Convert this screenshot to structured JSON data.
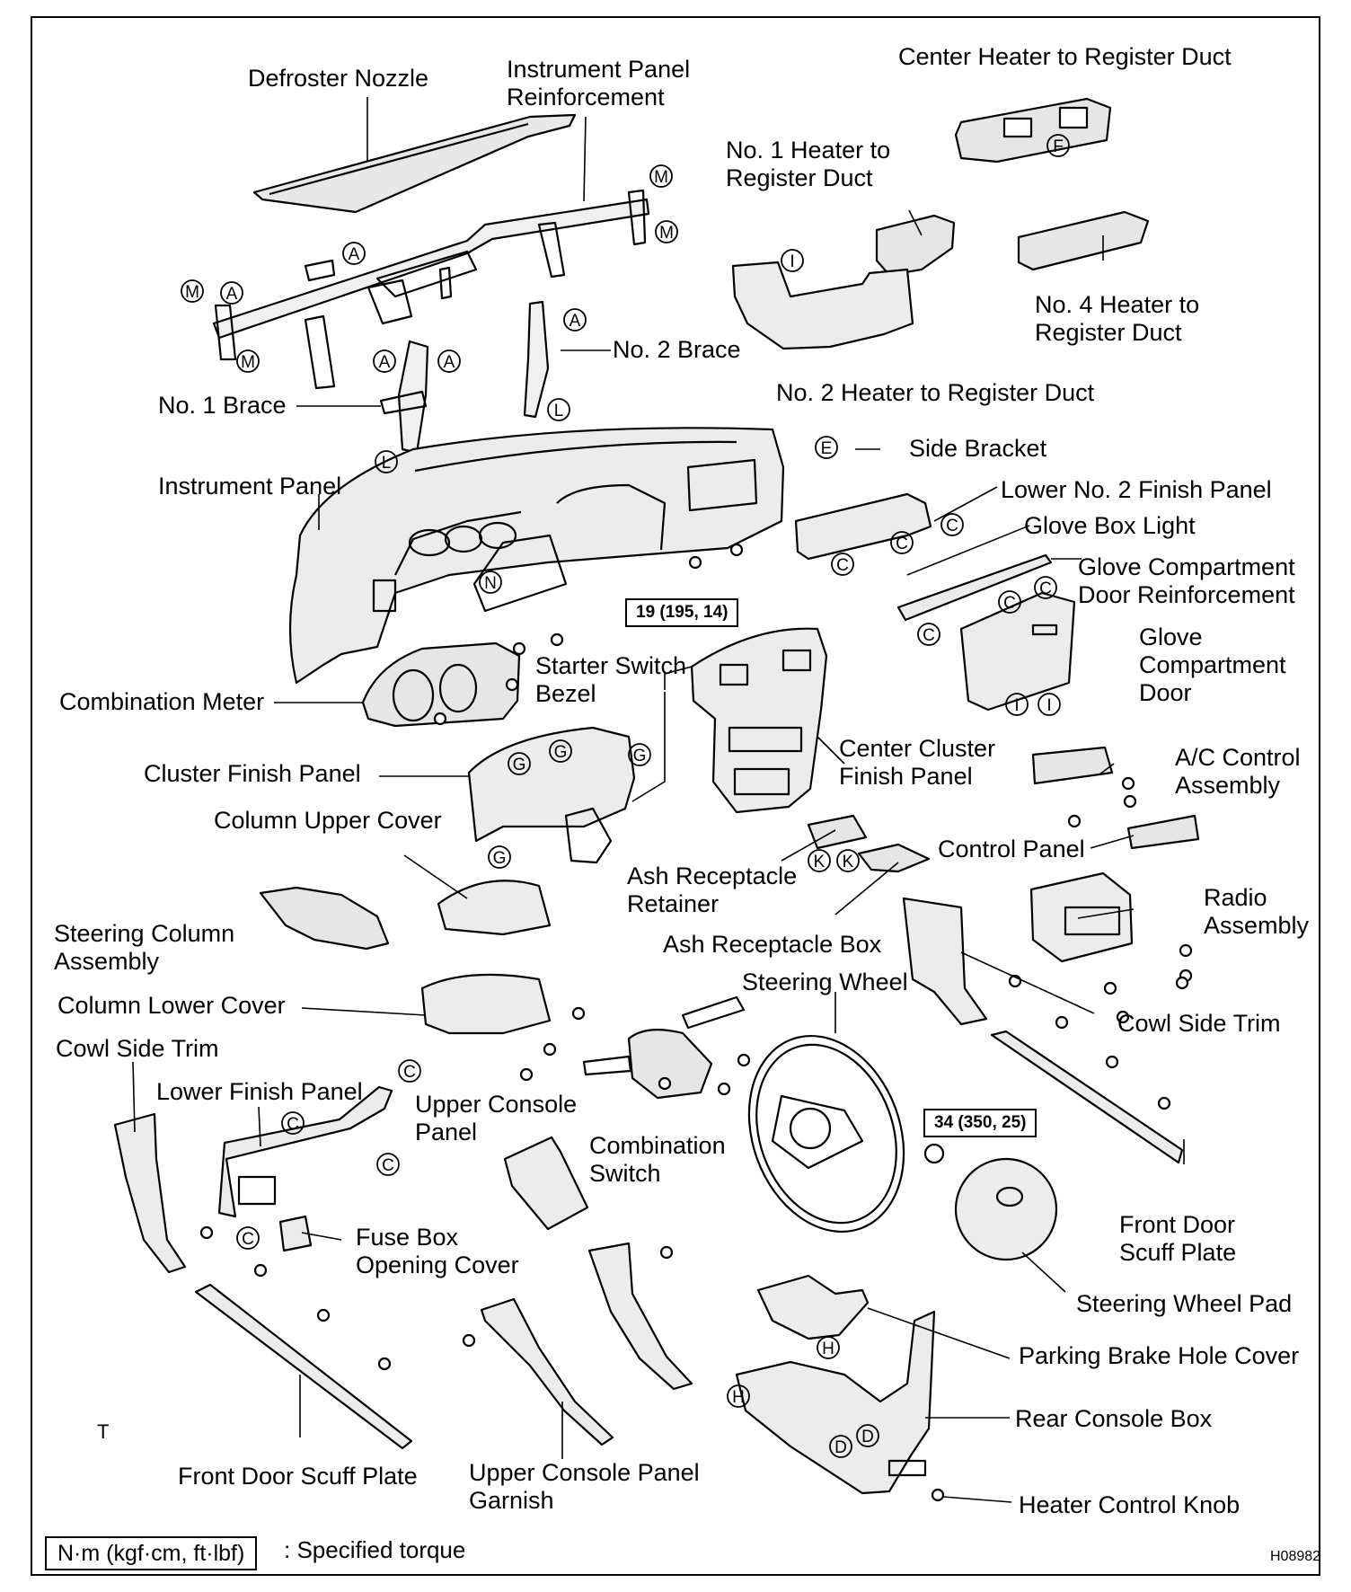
{
  "labels": {
    "defroster_nozzle": "Defroster Nozzle",
    "instrument_panel_reinforcement": "Instrument Panel\nReinforcement",
    "center_heater_to_register_duct": "Center Heater to Register Duct",
    "no1_heater_to_register_duct": "No. 1 Heater to\nRegister Duct",
    "no4_heater_to_register_duct": "No. 4 Heater to\nRegister Duct",
    "no2_heater_to_register_duct": "No. 2 Heater to Register Duct",
    "no2_brace": "No. 2 Brace",
    "no1_brace": "No. 1 Brace",
    "side_bracket": "Side Bracket",
    "instrument_panel": "Instrument Panel",
    "lower_no2_finish_panel": "Lower No. 2 Finish Panel",
    "glove_box_light": "Glove Box Light",
    "glove_compartment_door_reinforcement": "Glove Compartment\nDoor Reinforcement",
    "glove_compartment_door": "Glove\nCompartment\nDoor",
    "starter_switch_bezel": "Starter Switch\nBezel",
    "combination_meter": "Combination Meter",
    "center_cluster_finish_panel": "Center Cluster\nFinish Panel",
    "ac_control_assembly": "A/C Control\nAssembly",
    "cluster_finish_panel": "Cluster Finish Panel",
    "column_upper_cover": "Column Upper Cover",
    "control_panel": "Control Panel",
    "ash_receptacle_retainer": "Ash Receptacle\nRetainer",
    "radio_assembly": "Radio\nAssembly",
    "steering_column_assembly": "Steering Column\nAssembly",
    "ash_receptacle_box": "Ash Receptacle Box",
    "steering_wheel": "Steering Wheel",
    "column_lower_cover": "Column Lower Cover",
    "cowl_side_trim_right": "Cowl Side Trim",
    "cowl_side_trim_left": "Cowl Side Trim",
    "lower_finish_panel": "Lower Finish Panel",
    "upper_console_panel": "Upper Console\nPanel",
    "combination_switch": "Combination\nSwitch",
    "front_door_scuff_plate_right": "Front Door\nScuff Plate",
    "fuse_box_opening_cover": "Fuse Box\nOpening Cover",
    "steering_wheel_pad": "Steering Wheel Pad",
    "parking_brake_hole_cover": "Parking Brake Hole Cover",
    "rear_console_box": "Rear Console Box",
    "front_door_scuff_plate_left": "Front Door Scuff Plate",
    "upper_console_panel_garnish": "Upper Console Panel\nGarnish",
    "heater_control_knob": "Heater Control Knob"
  },
  "torque_specs": {
    "center_cluster": "19 (195, 14)",
    "steering_wheel": "34 (350, 25)"
  },
  "legend": {
    "unit": "N·m (kgf·cm, ft·lbf)",
    "text": ": Specified torque"
  },
  "footer": {
    "figure_code": "H08982",
    "corner_mark": "T"
  },
  "clip_markers": [
    "A",
    "C",
    "D",
    "E",
    "F",
    "G",
    "H",
    "I",
    "K",
    "L",
    "M",
    "N"
  ]
}
